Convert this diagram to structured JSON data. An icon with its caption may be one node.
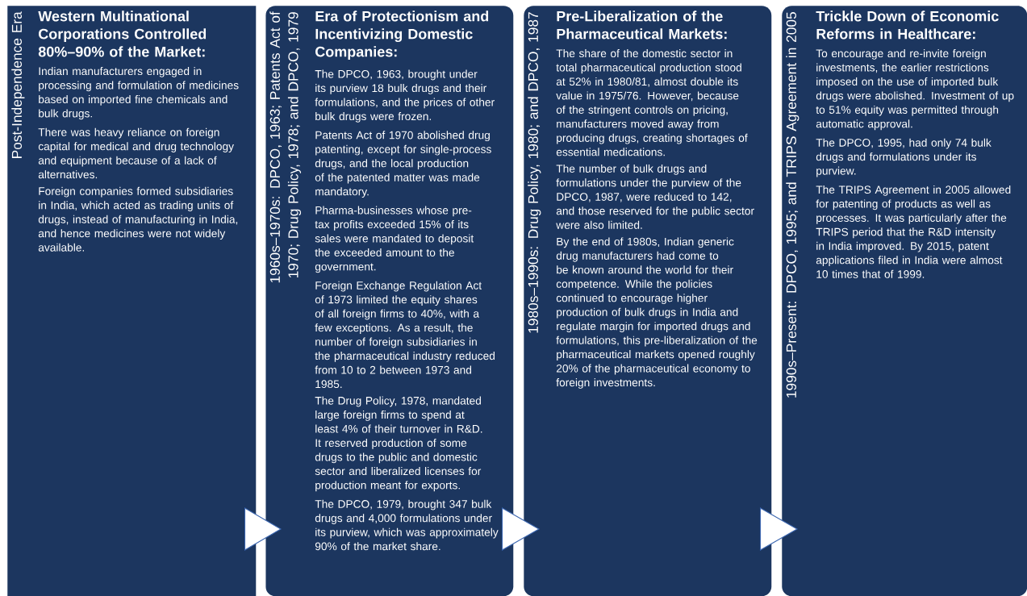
{
  "diagram": {
    "nodes": [
      {
        "text": [
          "Post-Independence Era",
          "Western Multinational Corporations Controlled 80%–90% of the Market:",
          "Indian manufacturers engaged in processing and formulation of medicines based on imported fine chemicals and bulk drugs.",
          "There was heavy reliance on foreign capital for medical and drug technology and equipment because of a lack of alternatives.",
          "Foreign companies formed subsidiaries in India, which acted as trading units of drugs, instead of manufacturing in India, and hence medicines were not widely available."
        ]
      },
      {
        "text": [
          "1960s–1970s: DPCO, 1963; Patents Act of 1970; Drug Policy, 1978; and DPCO, 1979",
          "Era of Protectionism and Incentivizing Domestic Companies:",
          "The DPCO, 1963, brought under its purview 18 bulk drugs and their formulations, and the prices of other bulk drugs were frozen.",
          "Patents Act of 1970 abolished drug patenting, except for single-process drugs, and the local production of the patented matter was made mandatory.",
          "Pharma-businesses whose pre-tax profits exceeded 15% of its sales were mandated to deposit the exceeded amount to the government.",
          "Foreign Exchange Regulation Act of 1973 limited the equity shares of all foreign firms to 40%, with a few exceptions. As a result, the number of foreign subsidiaries in the pharmaceutical industry reduced from 10 to 2 between 1973 and 1985.",
          "The Drug Policy, 1978, mandated large foreign firms to spend at least 4% of their turnover in R&D. It reserved production of some drugs to the public and domestic sector and liberalized licenses for production meant for exports.",
          "The DPCO, 1979, brought 347 bulk drugs and 4,000 formulations under its purview, which was approximately 90% of the market share."
        ]
      },
      {
        "text": [
          "1980s–1990s: Drug Policy, 1980; and DPCO, 1987",
          "Pre-Liberalization of the Pharmaceutical Markets:",
          "The share of the domestic sector in total pharmaceutical production stood at 52% in 1980/81, almost double its value in 1975/76. However, because of the stringent controls on pricing, manufacturers moved away from producing drugs, creating shortages of essential medications.",
          "The number of bulk drugs and formulations under the purview of the DPCO, 1987, were reduced to 142, and those reserved for the public sector were also limited.",
          "By the end of 1980s, Indian generic drug manufacturers had come to be known around the world for their competence. While the policies continued to encourage higher production of bulk drugs in India and regulate margin for imported drugs and formulations, this pre-liberalization of the pharmaceutical markets opened roughly 20% of the pharmaceutical economy to foreign investments."
        ]
      },
      {
        "text": [
          "1990s–Present: DPCO, 1995; and TRIPS Agreement in 2005",
          "Trickle Down of Economic Reforms in Healthcare:",
          "To encourage and re-invite foreign investments, the earlier restrictions imposed on the use of imported bulk drugs were abolished. Investment of up to 51% equity was permitted through automatic approval.",
          "The DPCO, 1995, had only 74 bulk drugs and formulations under its purview.",
          "The TRIPS Agreement in 2005 allowed for patenting of products as well as processes. It was particularly after the TRIPS period that the R&D intensity in India improved. By 2015, patent applications filed in India were almost 10 times that of 1999."
        ]
      }
    ],
    "edges": [
      {
        "from": 0,
        "to": 1,
        "arrow": "to"
      },
      {
        "from": 1,
        "to": 2,
        "arrow": "to"
      },
      {
        "from": 2,
        "to": 3,
        "arrow": "to"
      }
    ]
  }
}
